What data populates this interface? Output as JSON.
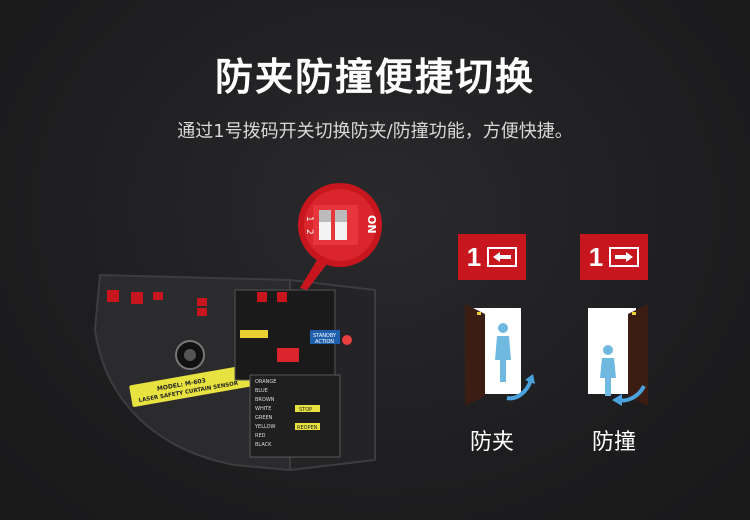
{
  "header": {
    "title": "防夹防撞便捷切换",
    "subtitle": "通过1号拨码开关切换防夹/防撞功能，方便快捷。"
  },
  "sensor": {
    "model": "MODEL: M-603",
    "description": "LASER SAFETY CURTAIN SENSOR",
    "dip_on": "ON",
    "dip_1": "1",
    "dip_2": "2",
    "standby": "STANDBY",
    "action": "ACTION",
    "wire_colors": [
      "ORANGE",
      "BLUE",
      "BROWN",
      "WHITE",
      "GREEN",
      "YELLOW",
      "RED",
      "BLACK"
    ],
    "stop_tag": "STOP",
    "reopen_tag": "REOPEN"
  },
  "modes": [
    {
      "badge_num": "1",
      "direction": "left",
      "label": "防夹"
    },
    {
      "badge_num": "1",
      "direction": "right",
      "label": "防撞"
    }
  ],
  "colors": {
    "accent": "#c8161e",
    "arrow_blue": "#4aa3df",
    "figure": "#6fb8e0"
  }
}
